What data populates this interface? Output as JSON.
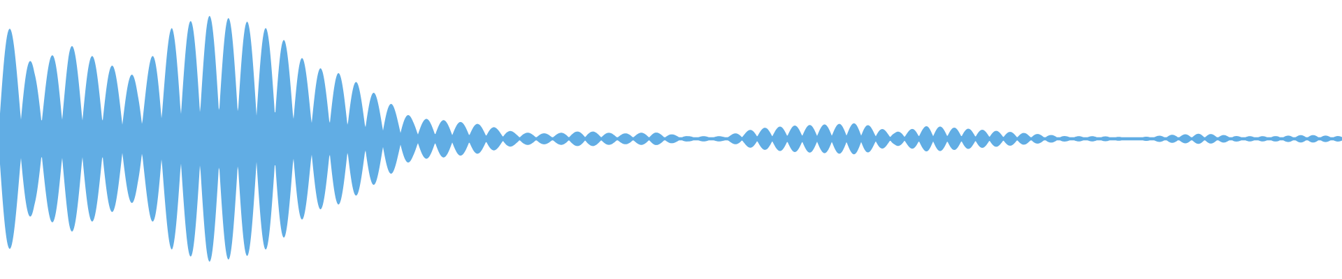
{
  "waveform": {
    "color": "#61ade4",
    "shape": "audio-waveform",
    "duration_seconds": 10,
    "peak_envelope": [
      0.96,
      0.55,
      0.72,
      0.59,
      0.47,
      0.85,
      0.94,
      0.91,
      0.82,
      0.56,
      0.49,
      0.33,
      0.16,
      0.14,
      0.11,
      0.05,
      0.04,
      0.06,
      0.04,
      0.05,
      0.02,
      0.02,
      0.08,
      0.1,
      0.11,
      0.12,
      0.05,
      0.1,
      0.08,
      0.06,
      0.04,
      0.02,
      0.02,
      0.01,
      0.03,
      0.04,
      0.02,
      0.02,
      0.03,
      0.02
    ]
  }
}
